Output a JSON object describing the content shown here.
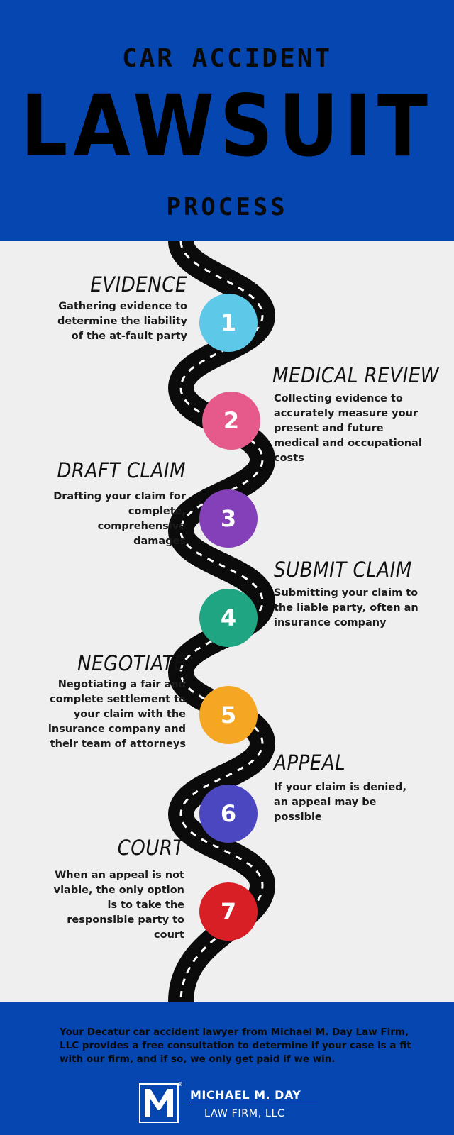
{
  "header": {
    "line1": "CAR ACCIDENT",
    "line2": "LAWSUIT",
    "line3": "PROCESS"
  },
  "steps": [
    {
      "number": "1",
      "title": "EVIDENCE",
      "description": "Gathering evidence to determine the liability of the at-fault party",
      "color": "#5ec8e8"
    },
    {
      "number": "2",
      "title": "MEDICAL REVIEW",
      "description": "Collecting evidence to accurately measure your present and future medical and occupational costs",
      "color": "#e55a8a"
    },
    {
      "number": "3",
      "title": "DRAFT CLAIM",
      "description": "Drafting your claim for complete, comprehensive damages",
      "color": "#8440b8"
    },
    {
      "number": "4",
      "title": "SUBMIT CLAIM",
      "description": "Submitting your claim to the liable party, often an insurance company",
      "color": "#1fa582"
    },
    {
      "number": "5",
      "title": "NEGOTIATE",
      "description": "Negotiating a fair and complete settlement to your claim with the insurance company and their team of attorneys",
      "color": "#f5a623"
    },
    {
      "number": "6",
      "title": "APPEAL",
      "description": "If your claim is denied, an appeal may be possible",
      "color": "#4a47c0"
    },
    {
      "number": "7",
      "title": "COURT",
      "description": "When an appeal is not viable, the only option is to take the responsible party to court",
      "color": "#d91f26"
    }
  ],
  "footer": {
    "text": "Your Decatur car accident lawyer from Michael M. Day Law Firm, LLC provides a free consultation to determine if your case is a fit with our firm, and if so, we only get paid if we win.",
    "logo_name": "MICHAEL M. DAY",
    "logo_sub": "LAW FIRM, LLC",
    "logo_mark": "M",
    "logo_reg": "®"
  },
  "colors": {
    "brand_blue": "#0546b0",
    "background": "#efeff0",
    "road": "#0b0b0b",
    "road_dash": "#ffffff"
  }
}
